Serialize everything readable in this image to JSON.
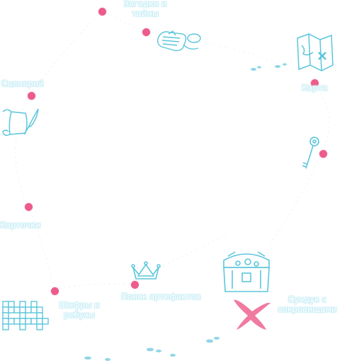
{
  "map": {
    "stations": [
      {
        "id": "riddles",
        "label_line1": "Загадки и",
        "label_line2": "тайны",
        "icon": "scroll-letter-icon"
      },
      {
        "id": "map",
        "label": "Карта",
        "icon": "treasure-map-icon"
      },
      {
        "id": "scenario",
        "label": "Сценарий",
        "icon": "scroll-quill-icon"
      },
      {
        "id": "key",
        "label": "",
        "icon": "key-icon"
      },
      {
        "id": "cards",
        "label": "Карточки",
        "icon": ""
      },
      {
        "id": "ciphers",
        "label_line1": "Шифры и",
        "label_line2": "ребусы",
        "icon": "crossword-icon"
      },
      {
        "id": "artifacts",
        "label": "Поиск артефактов",
        "icon": "crown-icon"
      },
      {
        "id": "chest",
        "label_line1": "Сундук с",
        "label_line2": "сокровищами",
        "icon": "treasure-chest-icon"
      }
    ],
    "colors": {
      "dot": "#ec5b8a",
      "icon": "#5cc6dc",
      "x_mark": "#f07aa0",
      "path": "#e6f3f6"
    }
  }
}
